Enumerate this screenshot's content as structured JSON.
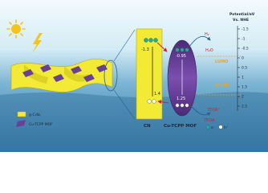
{
  "scale": {
    "title_line1": "Potential/eV",
    "title_line2": "Vs. NHE",
    "ticks": [
      "-1.5",
      "-1",
      "-0.5",
      "0",
      "0.5",
      "1",
      "1.5",
      "2",
      "2.5"
    ]
  },
  "cn": {
    "label": "CN",
    "cb_value": "-1.3",
    "vb_value": "1.4"
  },
  "mof": {
    "label": "Cu-TCPP MOF",
    "lumo_value": "-0.95",
    "homo_value": "1.25",
    "lumo_label": "LUMO",
    "homo_label": "HOMO"
  },
  "reactions": {
    "h2": "H₂",
    "h2o": "H₂O",
    "teoa_plus": "TEOA⁺",
    "teoa": "TEOA"
  },
  "legend": {
    "gcn": "g-C₃N₄",
    "mof": "Cu-TCPP MOF",
    "electron_symbol": "e⁻",
    "hole_symbol": "h⁺"
  },
  "colors": {
    "sky_top": "#eaf6fb",
    "sea": "#3b7ea9",
    "gcn_yellow": "#f2ea34",
    "mof_purple": "#6a3f96",
    "arrow_red": "#c8262c",
    "electron_teal": "#29a894",
    "hole_white": "#ffffff",
    "sun": "#f4c518",
    "lumo_line": "#e7a32b"
  }
}
